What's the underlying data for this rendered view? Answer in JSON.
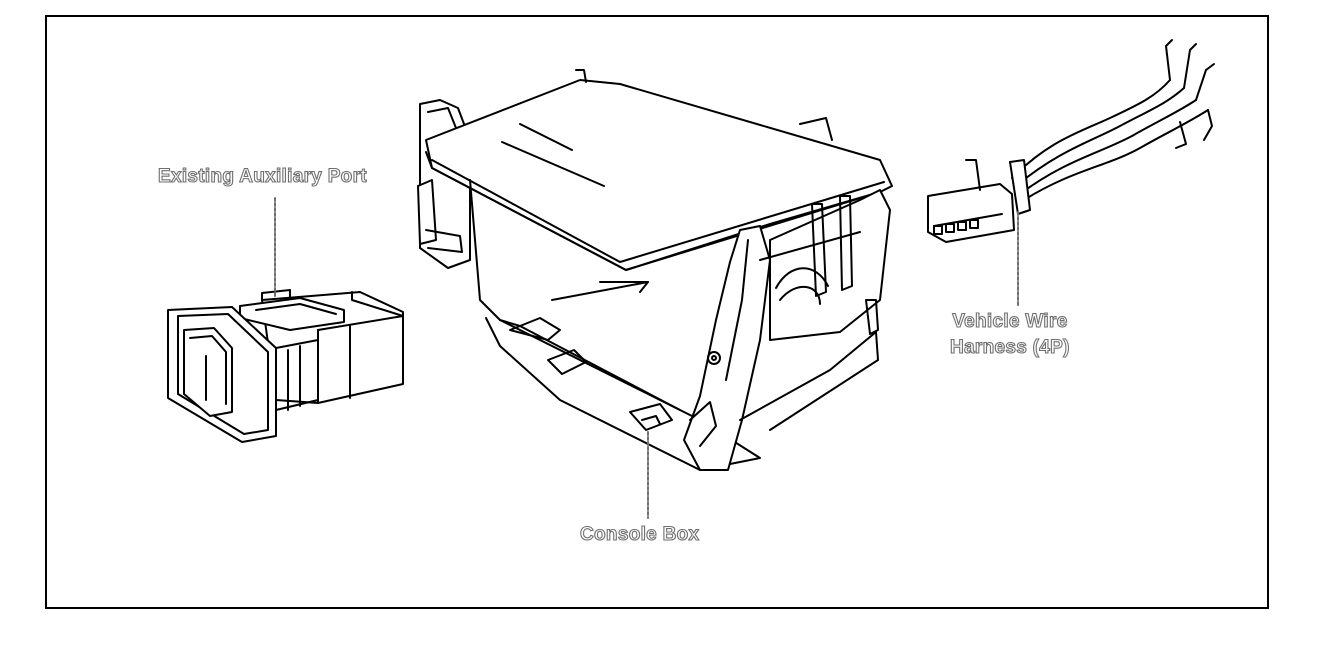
{
  "figure": {
    "callouts": {
      "auxiliary_port": "Existing Auxiliary Port",
      "console_box": "Console Box",
      "wire_harness_line1": "Vehicle Wire",
      "wire_harness_line2": "Harness (4P)"
    },
    "parts": [
      {
        "name": "auxiliary-port-switch",
        "icon": "auxiliary-port-drawing"
      },
      {
        "name": "console-box",
        "icon": "console-box-drawing"
      },
      {
        "name": "wire-harness-connector",
        "icon": "wire-harness-drawing"
      }
    ],
    "colors": {
      "line": "#000000",
      "background": "#ffffff",
      "label_outline": "#6f6f6f"
    }
  }
}
